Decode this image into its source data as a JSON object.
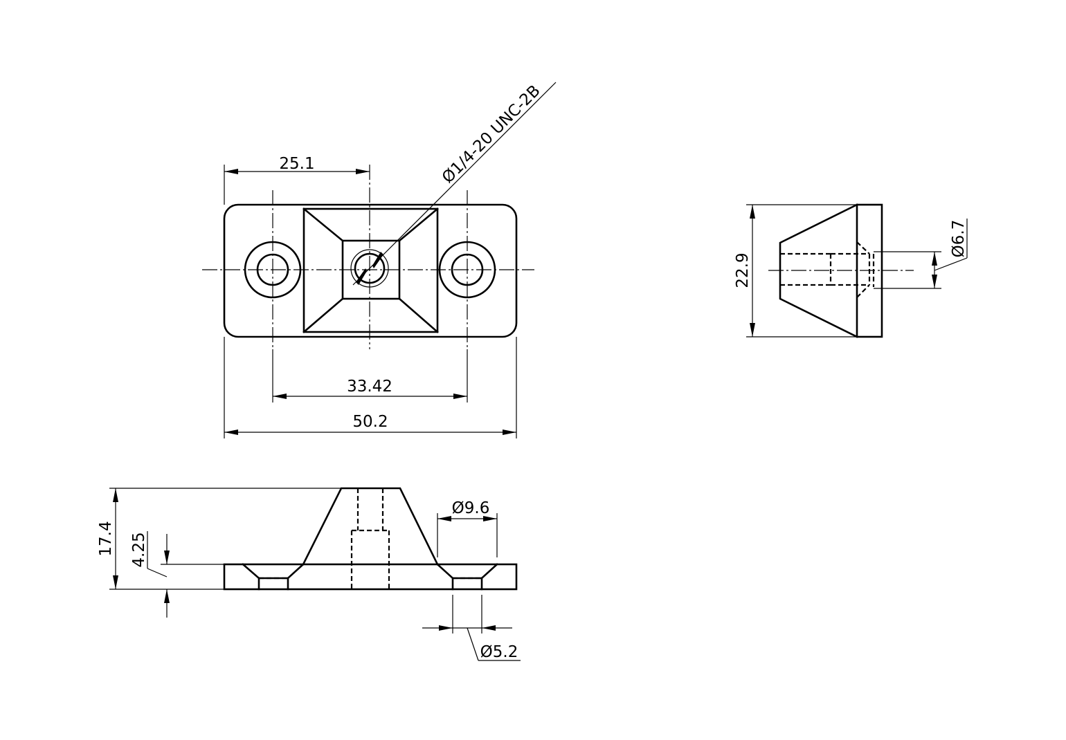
{
  "views": {
    "front": {
      "dims": {
        "half_width": "25.1",
        "hole_spacing": "33.42",
        "overall_width": "50.2",
        "thread_callout": "Ø1/4-20 UNC-2B"
      }
    },
    "side": {
      "dims": {
        "height": "22.9",
        "bore": "Ø6.7"
      }
    },
    "bottom": {
      "dims": {
        "overall_height": "17.4",
        "base_thickness": "4.25",
        "counterbore": "Ø9.6",
        "hole": "Ø5.2"
      }
    }
  }
}
